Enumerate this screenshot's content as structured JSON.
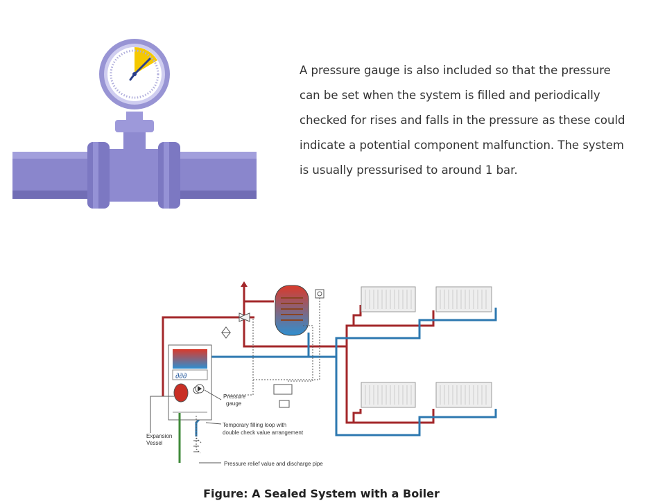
{
  "intro": {
    "paragraph": "A pressure gauge is also included so that the pressure can be set when the system is filled and periodically checked for rises and falls in the pressure as these could indicate a potential component malfunction. The system is usually pressurised to around 1 bar."
  },
  "illustration": {
    "icon": "pressure-gauge-on-pipe-icon",
    "colors": {
      "pipe": "#8a86cc",
      "gauge_rim": "#9894d4",
      "gauge_face": "#ffffff",
      "gauge_accent": "#f5c800",
      "needle": "#2a3e8a"
    }
  },
  "diagram": {
    "labels": {
      "pressure_gauge_line1": "Pressure",
      "pressure_gauge_line2": "gauge",
      "filling_loop_line1": "Temporary filling loop with",
      "filling_loop_line2": "double check value arrangement",
      "expansion_vessel_line1": "Expansion",
      "expansion_vessel_line2": "Vessel",
      "relief_valve": "Pressure relief value and discharge pipe"
    },
    "colors": {
      "flow": "#a3272a",
      "return": "#2d78b0",
      "discharge": "#3f8a3a",
      "control": "#555555"
    }
  },
  "caption": "Figure: A Sealed System with a Boiler"
}
